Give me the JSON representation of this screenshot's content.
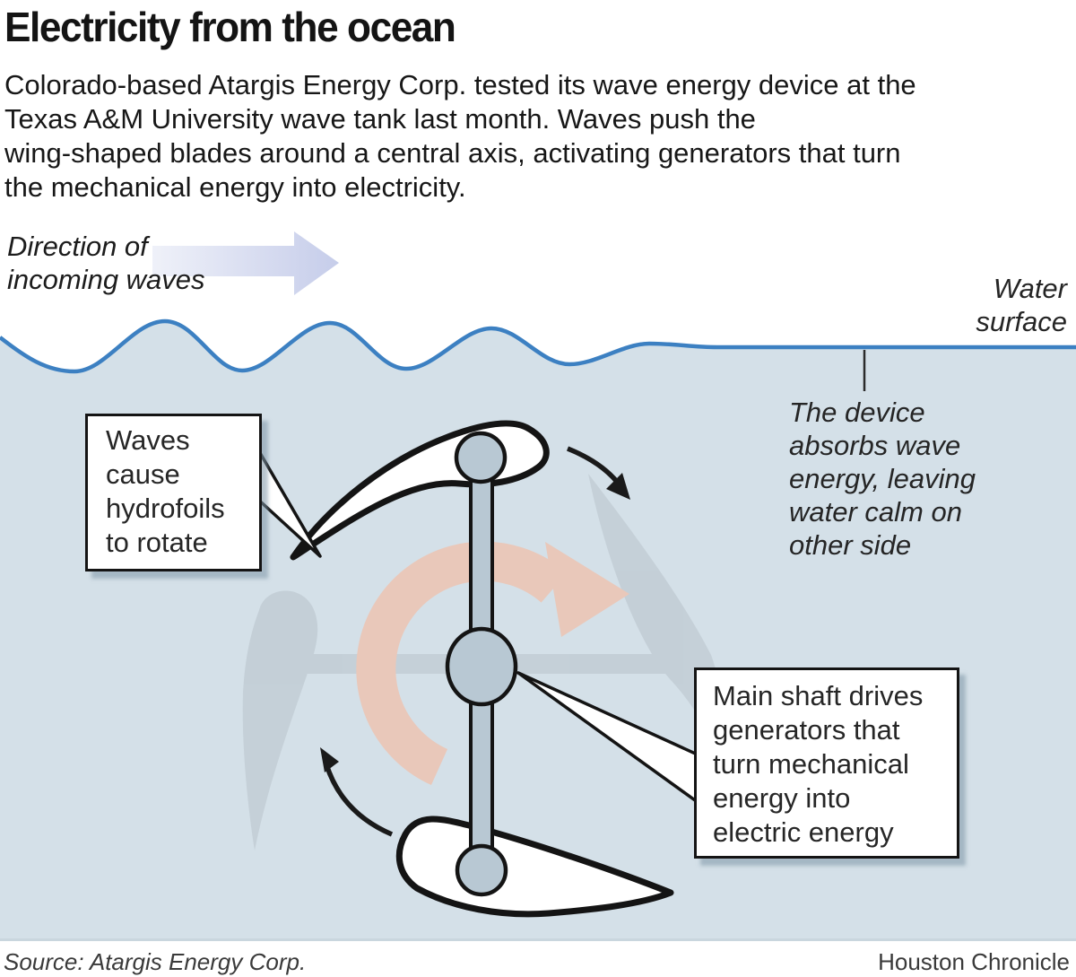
{
  "header": {
    "title": "Electricity from the ocean",
    "intro_lines": [
      "Colorado-based Atargis Energy Corp. tested its wave energy device at the",
      "Texas A&M University wave tank last month. Waves push the",
      "wing-shaped blades around a central axis, activating generators that turn",
      "the mechanical energy into electricity."
    ]
  },
  "labels": {
    "direction_lines": [
      "Direction of",
      "incoming waves"
    ],
    "water_surface_lines": [
      "Water",
      "surface"
    ],
    "device_note_lines": [
      "The device",
      "absorbs wave",
      "energy, leaving",
      "water calm on",
      "other side"
    ]
  },
  "callouts": {
    "hydrofoil_lines": [
      "Waves",
      "cause",
      "hydrofoils",
      "to rotate"
    ],
    "shaft_lines": [
      "Main shaft drives",
      "generators that",
      "turn mechanical",
      "energy into",
      "electric energy"
    ]
  },
  "footer": {
    "source": "Source: Atargis Energy Corp.",
    "credit": "Houston Chronicle"
  },
  "colors": {
    "water": "#d4e0e8",
    "water_edge": "#c9d6de",
    "wave_line": "#3c80c2",
    "watermark": "#c3ced6",
    "rotation_arrow": "#e9c8ba",
    "metal": "#b8c8d3",
    "blade_fill": "#ffffff",
    "ink": "#161616",
    "direction_arrow_light": "#eff1f9",
    "direction_arrow_dark": "#c6cdea",
    "box_shadow": "#7e96a6"
  }
}
